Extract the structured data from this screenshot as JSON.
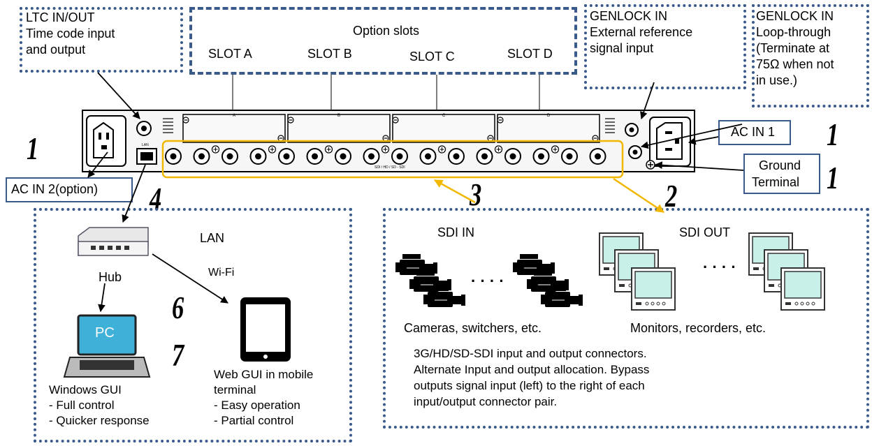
{
  "ltc": {
    "line1": "LTC IN/OUT",
    "line2": "Time code input",
    "line3": "and output"
  },
  "option_slots": {
    "title": "Option slots",
    "slots": [
      "SLOT A",
      "SLOT B",
      "SLOT C",
      "SLOT D"
    ]
  },
  "genlock_in": {
    "line1": "GENLOCK IN",
    "line2": "External reference",
    "line3": "signal input"
  },
  "genlock_loop": {
    "line1": "GENLOCK IN",
    "line2": "Loop-through",
    "line3": "(Terminate at",
    "line4": "75Ω when not",
    "line5": "in use.)"
  },
  "ac_in_1": "AC IN 1",
  "ac_in_2": "AC IN 2(option)",
  "ground": {
    "line1": "Ground",
    "line2": "Terminal"
  },
  "numbers": {
    "ac2": "1",
    "ac1": "1",
    "ground": "1",
    "sdi_out": "2",
    "sdi_in": "3",
    "lan": "4",
    "wifi": "6",
    "mobile": "7"
  },
  "lan_section": {
    "lan_label": "LAN",
    "wifi_label": "Wi-Fi",
    "hub_label": "Hub",
    "pc_screen": "PC",
    "windows_gui": {
      "title": "Windows GUI",
      "f1": "- Full control",
      "f2": "- Quicker response"
    },
    "web_gui": {
      "line1": "Web GUI in mobile",
      "line2": "terminal",
      "f1": "- Easy operation",
      "f2": "- Partial control"
    }
  },
  "sdi_section": {
    "sdi_in": "SDI IN",
    "sdi_out": "SDI OUT",
    "cameras": "Cameras, switchers, etc.",
    "monitors": "Monitors, recorders, etc.",
    "ellipsis": "· · · ·",
    "desc1": "3G/HD/SD-SDI input and output connectors.",
    "desc2": "Alternate Input and output allocation. Bypass",
    "desc3": "outputs signal input (left) to the right of each",
    "desc4": "input/output connector pair."
  },
  "panel_labels": {
    "slot_a": "A",
    "slot_b": "B",
    "slot_c": "C",
    "slot_d": "D",
    "sdi_group": "SDI / HD / SD - SDI",
    "lan_port": "LAN"
  },
  "colors": {
    "box_border": "#3a5a8c",
    "sdi_highlight": "#f2b800",
    "screen": "#3fb0d8"
  }
}
